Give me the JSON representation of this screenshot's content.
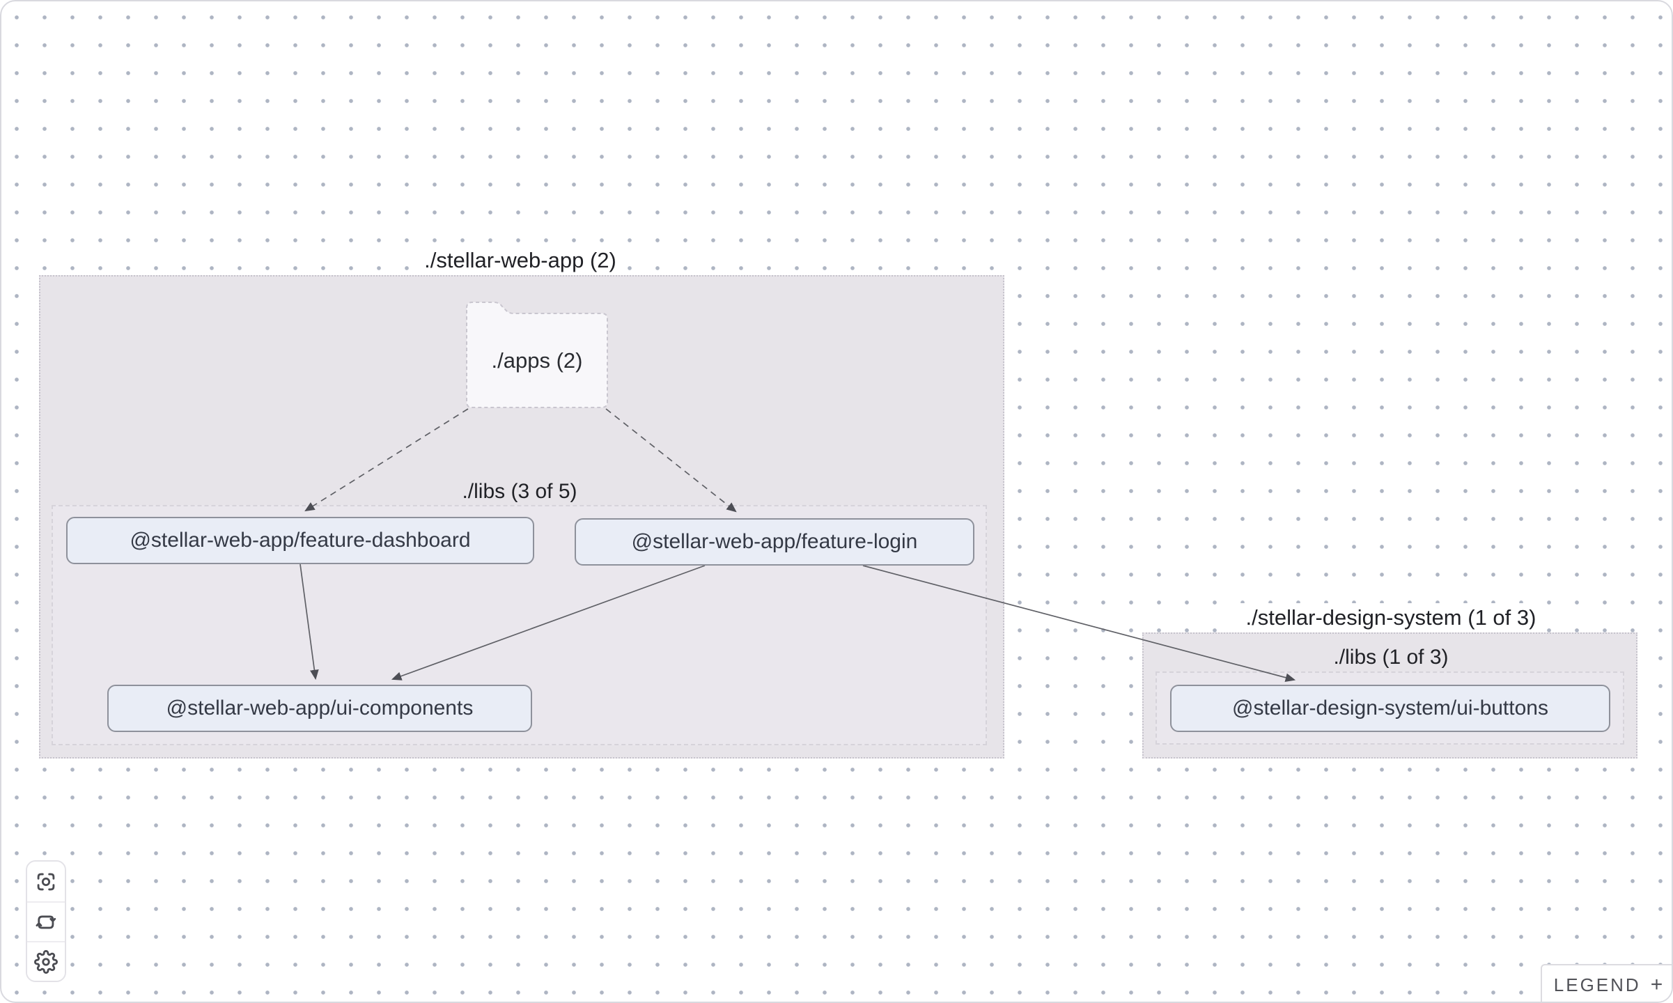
{
  "graph": {
    "clusters": [
      {
        "id": "stellar-web-app",
        "label": "./stellar-web-app (2)"
      },
      {
        "id": "stellar-web-app-libs",
        "label": "./libs (3 of 5)"
      },
      {
        "id": "stellar-design-system",
        "label": "./stellar-design-system (1 of 3)"
      },
      {
        "id": "stellar-design-system-libs",
        "label": "./libs (1 of 3)"
      }
    ],
    "folder": {
      "label": "./apps (2)"
    },
    "nodes": [
      {
        "label": "@stellar-web-app/feature-dashboard"
      },
      {
        "label": "@stellar-web-app/feature-login"
      },
      {
        "label": "@stellar-web-app/ui-components"
      },
      {
        "label": "@stellar-design-system/ui-buttons"
      }
    ],
    "edges": [
      {
        "from": "./apps (2)",
        "to": "@stellar-web-app/feature-dashboard",
        "style": "dashed"
      },
      {
        "from": "./apps (2)",
        "to": "@stellar-web-app/feature-login",
        "style": "dashed"
      },
      {
        "from": "@stellar-web-app/feature-dashboard",
        "to": "@stellar-web-app/ui-components",
        "style": "solid"
      },
      {
        "from": "@stellar-web-app/feature-login",
        "to": "@stellar-web-app/ui-components",
        "style": "solid"
      },
      {
        "from": "@stellar-web-app/feature-login",
        "to": "@stellar-design-system/ui-buttons",
        "style": "solid"
      }
    ]
  },
  "toolbar": {
    "buttons": [
      {
        "icon": "focus-icon"
      },
      {
        "icon": "refresh-icon"
      },
      {
        "icon": "gear-icon"
      }
    ]
  },
  "legend": {
    "label": "LEGEND",
    "toggle": "+"
  },
  "colors": {
    "node_fill": "#e9edf6",
    "node_border": "#8e919b",
    "cluster_fill": "#e7e4e9",
    "inner_cluster_fill": "#eae7ed",
    "folder_fill": "#f8f7fa",
    "edge": "#5f6066",
    "dot_grid": "#aeb5c3"
  }
}
